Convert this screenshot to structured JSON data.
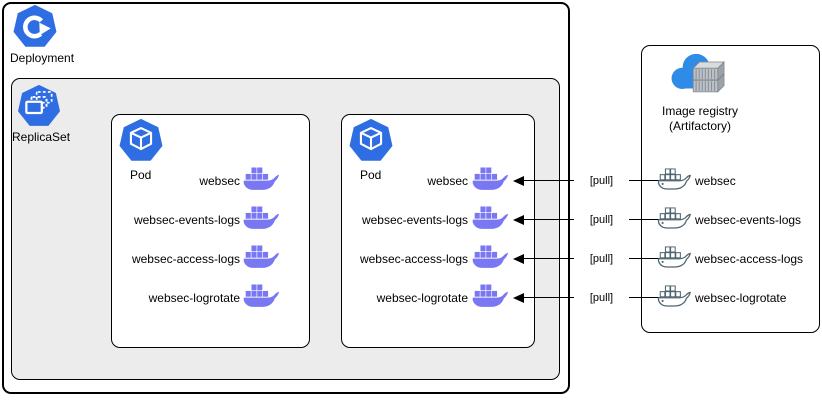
{
  "deployment": {
    "label": "Deployment"
  },
  "replicaset": {
    "label": "ReplicaSet"
  },
  "pods": [
    {
      "label": "Pod",
      "containers": [
        "websec",
        "websec-events-logs",
        "websec-access-logs",
        "websec-logrotate"
      ]
    },
    {
      "label": "Pod",
      "containers": [
        "websec",
        "websec-events-logs",
        "websec-access-logs",
        "websec-logrotate"
      ]
    }
  ],
  "registry": {
    "title": [
      "Image registry",
      "(Artifactory)"
    ],
    "images": [
      "websec",
      "websec-events-logs",
      "websec-access-logs",
      "websec-logrotate"
    ]
  },
  "pull": {
    "label": "[pull]"
  },
  "colors": {
    "kubernetes_blue": "#2F6EE2",
    "docker_purple": "#7977F2",
    "registry_outline_gray": "#4D6570",
    "replicaset_background": "#ECECEC",
    "cloud_blue": "#2E8BE6",
    "line_black": "#000000"
  }
}
